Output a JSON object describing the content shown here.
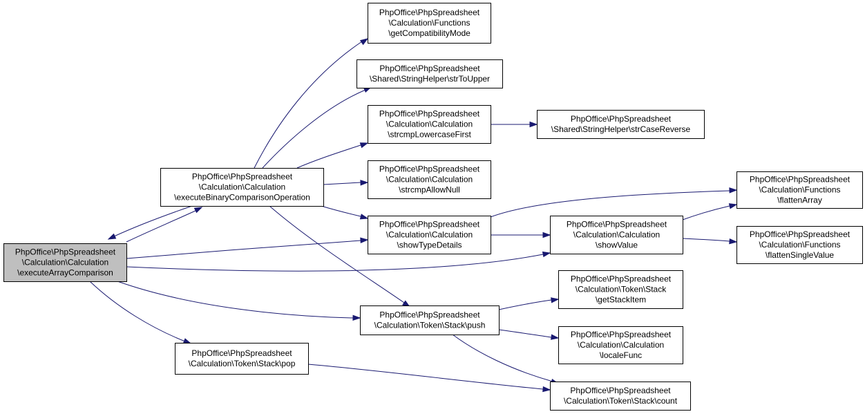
{
  "diagram": {
    "nodes": [
      {
        "id": "executeArrayComparison",
        "lines": [
          "PhpOffice\\PhpSpreadsheet",
          "\\Calculation\\Calculation",
          "\\executeArrayComparison"
        ],
        "root": true
      },
      {
        "id": "executeBinaryComparisonOperation",
        "lines": [
          "PhpOffice\\PhpSpreadsheet",
          "\\Calculation\\Calculation",
          "\\executeBinaryComparisonOperation"
        ]
      },
      {
        "id": "getCompatibilityMode",
        "lines": [
          "PhpOffice\\PhpSpreadsheet",
          "\\Calculation\\Functions",
          "\\getCompatibilityMode"
        ]
      },
      {
        "id": "strToUpper",
        "lines": [
          "PhpOffice\\PhpSpreadsheet",
          "\\Shared\\StringHelper\\strToUpper"
        ]
      },
      {
        "id": "strcmpLowercaseFirst",
        "lines": [
          "PhpOffice\\PhpSpreadsheet",
          "\\Calculation\\Calculation",
          "\\strcmpLowercaseFirst"
        ]
      },
      {
        "id": "strCaseReverse",
        "lines": [
          "PhpOffice\\PhpSpreadsheet",
          "\\Shared\\StringHelper\\strCaseReverse"
        ]
      },
      {
        "id": "strcmpAllowNull",
        "lines": [
          "PhpOffice\\PhpSpreadsheet",
          "\\Calculation\\Calculation",
          "\\strcmpAllowNull"
        ]
      },
      {
        "id": "showTypeDetails",
        "lines": [
          "PhpOffice\\PhpSpreadsheet",
          "\\Calculation\\Calculation",
          "\\showTypeDetails"
        ]
      },
      {
        "id": "showValue",
        "lines": [
          "PhpOffice\\PhpSpreadsheet",
          "\\Calculation\\Calculation",
          "\\showValue"
        ]
      },
      {
        "id": "flattenArray",
        "lines": [
          "PhpOffice\\PhpSpreadsheet",
          "\\Calculation\\Functions",
          "\\flattenArray"
        ]
      },
      {
        "id": "flattenSingleValue",
        "lines": [
          "PhpOffice\\PhpSpreadsheet",
          "\\Calculation\\Functions",
          "\\flattenSingleValue"
        ]
      },
      {
        "id": "getStackItem",
        "lines": [
          "PhpOffice\\PhpSpreadsheet",
          "\\Calculation\\Token\\Stack",
          "\\getStackItem"
        ]
      },
      {
        "id": "push",
        "lines": [
          "PhpOffice\\PhpSpreadsheet",
          "\\Calculation\\Token\\Stack\\push"
        ]
      },
      {
        "id": "localeFunc",
        "lines": [
          "PhpOffice\\PhpSpreadsheet",
          "\\Calculation\\Calculation",
          "\\localeFunc"
        ]
      },
      {
        "id": "pop",
        "lines": [
          "PhpOffice\\PhpSpreadsheet",
          "\\Calculation\\Token\\Stack\\pop"
        ]
      },
      {
        "id": "count",
        "lines": [
          "PhpOffice\\PhpSpreadsheet",
          "\\Calculation\\Token\\Stack\\count"
        ]
      }
    ],
    "edges": [
      {
        "from": "executeArrayComparison",
        "to": "executeBinaryComparisonOperation"
      },
      {
        "from": "executeBinaryComparisonOperation",
        "to": "executeArrayComparison"
      },
      {
        "from": "executeArrayComparison",
        "to": "showTypeDetails"
      },
      {
        "from": "executeArrayComparison",
        "to": "showValue"
      },
      {
        "from": "executeArrayComparison",
        "to": "push"
      },
      {
        "from": "executeArrayComparison",
        "to": "pop"
      },
      {
        "from": "executeBinaryComparisonOperation",
        "to": "getCompatibilityMode"
      },
      {
        "from": "executeBinaryComparisonOperation",
        "to": "strToUpper"
      },
      {
        "from": "executeBinaryComparisonOperation",
        "to": "strcmpLowercaseFirst"
      },
      {
        "from": "executeBinaryComparisonOperation",
        "to": "strcmpAllowNull"
      },
      {
        "from": "executeBinaryComparisonOperation",
        "to": "showTypeDetails"
      },
      {
        "from": "executeBinaryComparisonOperation",
        "to": "push"
      },
      {
        "from": "strcmpLowercaseFirst",
        "to": "strCaseReverse"
      },
      {
        "from": "showTypeDetails",
        "to": "flattenArray"
      },
      {
        "from": "showTypeDetails",
        "to": "showValue"
      },
      {
        "from": "showValue",
        "to": "flattenArray"
      },
      {
        "from": "showValue",
        "to": "flattenSingleValue"
      },
      {
        "from": "push",
        "to": "getStackItem"
      },
      {
        "from": "push",
        "to": "localeFunc"
      },
      {
        "from": "push",
        "to": "count"
      },
      {
        "from": "pop",
        "to": "count"
      }
    ],
    "colors": {
      "edge": "#191970",
      "root_fill": "#bfbfbf",
      "node_fill": "#ffffff",
      "node_border": "#000000"
    }
  }
}
